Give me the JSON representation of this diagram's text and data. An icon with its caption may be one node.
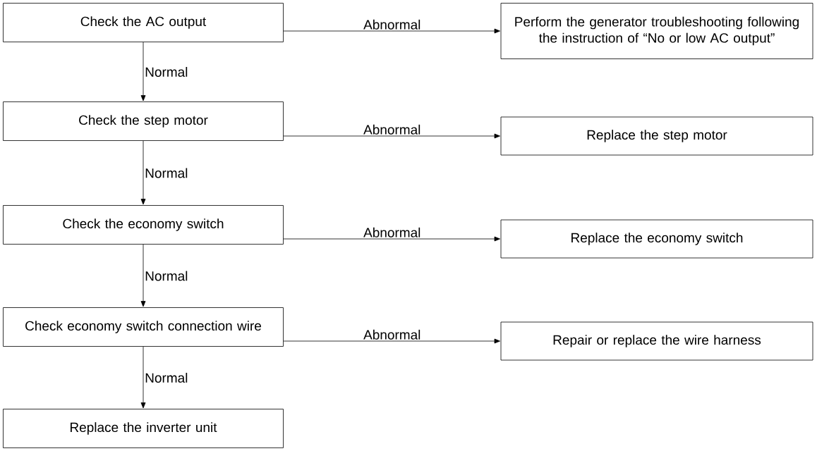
{
  "diagram": {
    "nodes": [
      {
        "text": [
          "Check the AC output"
        ]
      },
      {
        "text": [
          "Perform the generator troubleshooting following the instruction of “No or low AC output”"
        ]
      },
      {
        "text": [
          "Check the step motor"
        ]
      },
      {
        "text": [
          "Replace the step motor"
        ]
      },
      {
        "text": [
          "Check the economy switch"
        ]
      },
      {
        "text": [
          "Replace the economy switch"
        ]
      },
      {
        "text": [
          "Check economy switch connection wire"
        ]
      },
      {
        "text": [
          "Repair or replace the wire harness"
        ]
      },
      {
        "text": [
          "Replace the inverter unit"
        ]
      }
    ],
    "edges": [
      {
        "from": 0,
        "to": 1,
        "arrow": "to",
        "label": "Abnormal"
      },
      {
        "from": 0,
        "to": 2,
        "arrow": "to",
        "label": "Normal"
      },
      {
        "from": 2,
        "to": 3,
        "arrow": "to",
        "label": "Abnormal"
      },
      {
        "from": 2,
        "to": 4,
        "arrow": "to",
        "label": "Normal"
      },
      {
        "from": 4,
        "to": 5,
        "arrow": "to",
        "label": "Abnormal"
      },
      {
        "from": 4,
        "to": 6,
        "arrow": "to",
        "label": "Normal"
      },
      {
        "from": 6,
        "to": 7,
        "arrow": "to",
        "label": "Abnormal"
      },
      {
        "from": 6,
        "to": 8,
        "arrow": "to",
        "label": "Normal"
      }
    ]
  }
}
